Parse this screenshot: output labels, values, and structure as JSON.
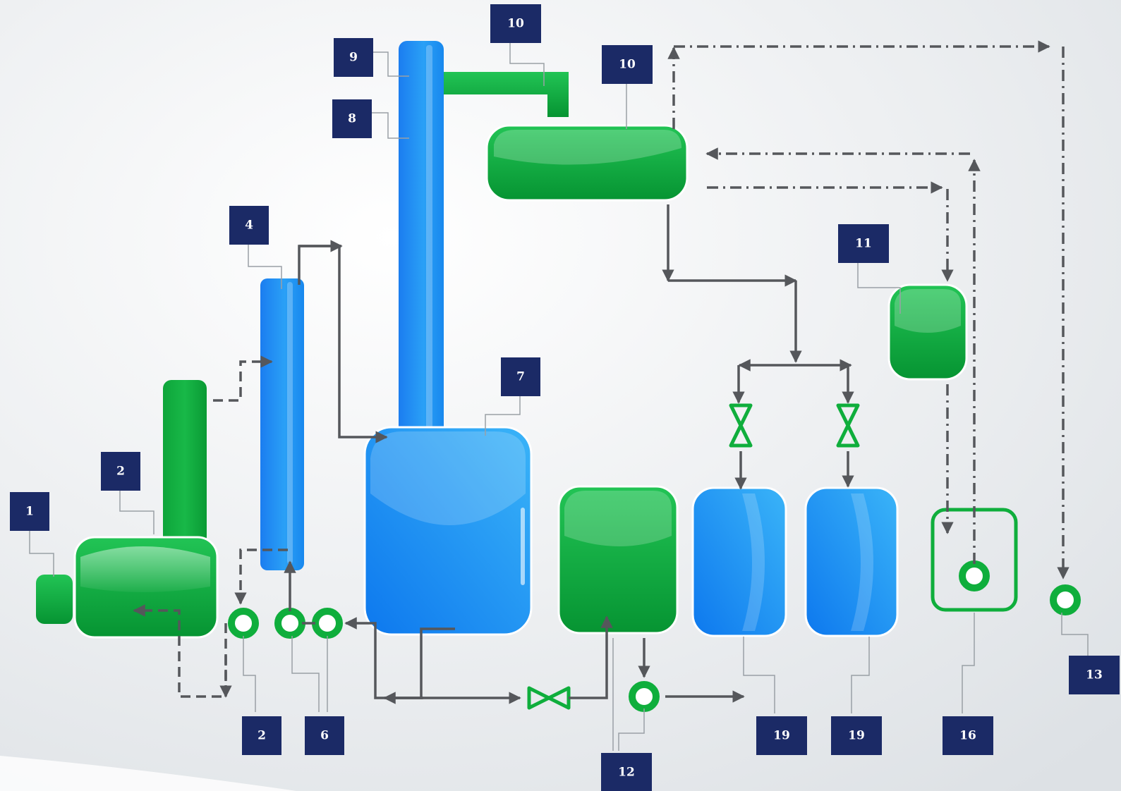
{
  "colors": {
    "background_light": "#f7f8f9",
    "background_dark": "#dfe3e7",
    "green": "#0fae3c",
    "blue": "#1e88f0",
    "label_box": "#1b2a66",
    "line": "#5a5c60",
    "leader": "#9a9ea3"
  },
  "labels": {
    "l1": "1",
    "l2a": "2",
    "l2b": "2",
    "l4": "4",
    "l6": "6",
    "l7": "7",
    "l8": "8",
    "l9": "9",
    "l10a": "10",
    "l10b": "10",
    "l11": "11",
    "l12": "12",
    "l13": "13",
    "l16": "16",
    "l19a": "19",
    "l19b": "19"
  }
}
